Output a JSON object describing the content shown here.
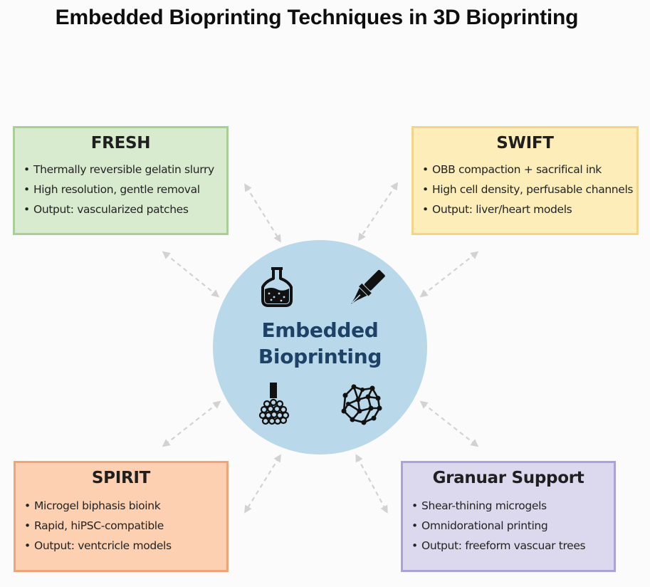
{
  "title": "Embedded Bioprinting Techniques in 3D Bioprinting",
  "center": {
    "line1": "Embedded",
    "line2": "Bioprinting",
    "fill": "#b9d8e9",
    "text_color": "#1d4266",
    "icons": [
      "flask-icon",
      "nozzle-pen-icon",
      "extruder-microgel-icon",
      "molecular-network-icon"
    ]
  },
  "techniques": [
    {
      "name": "FRESH",
      "fill": "#d8ebcf",
      "border": "#a9cf98",
      "bullets": [
        "Thermally reversible gelatin slurry",
        "High resolution, gentle removal",
        "Output: vascularized patches"
      ]
    },
    {
      "name": "SWIFT",
      "fill": "#fdeeb9",
      "border": "#f2d58a",
      "bullets": [
        "OBB compaction + sacrifical ink",
        "High cell density, perfusable channels",
        "Output: liver/heart models"
      ]
    },
    {
      "name": "SPIRIT",
      "fill": "#fcd0b1",
      "border": "#f0a47a",
      "bullets": [
        "Microgel biphasis bioink",
        "Rapid, hiPSC-compatible",
        "Output: ventcricle models"
      ]
    },
    {
      "name": "Granuar Support",
      "fill": "#dcd9ee",
      "border": "#a9a3d6",
      "bullets": [
        "Shear-thining microgels",
        "Omnidorational printing",
        "Output: freeform vascuar trees"
      ]
    }
  ],
  "bullet_glyph": "•",
  "arrow_color": "#d2d2d2"
}
